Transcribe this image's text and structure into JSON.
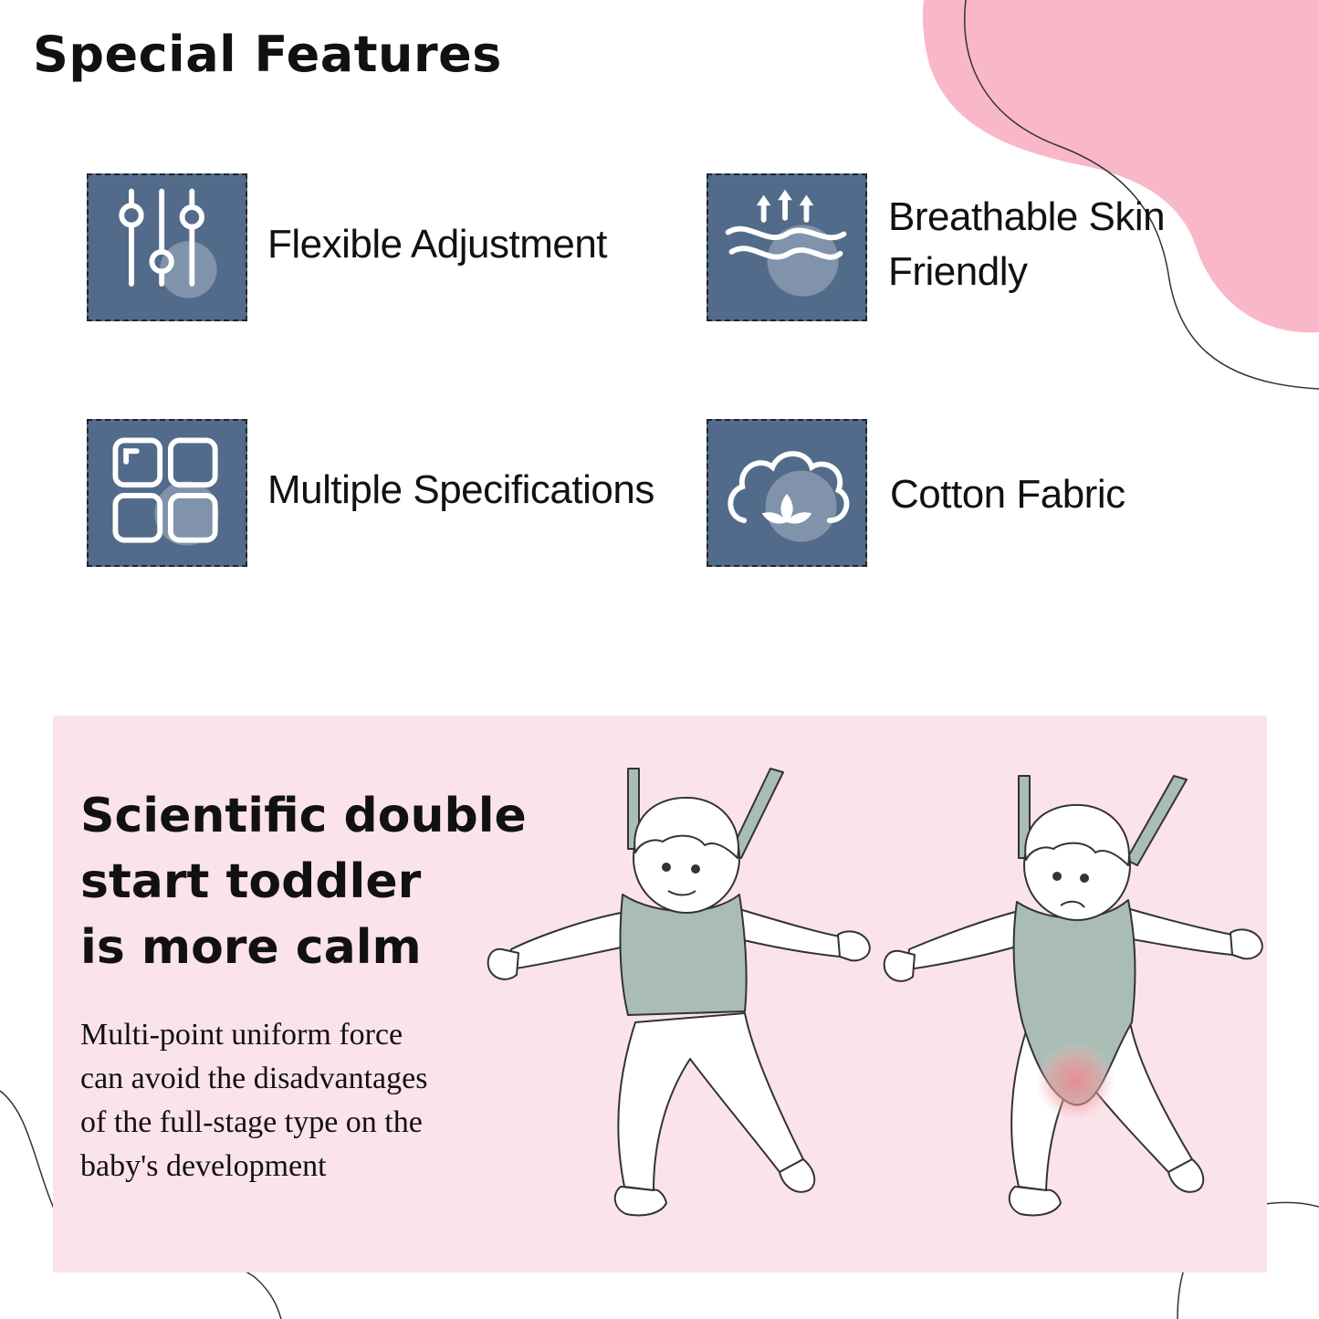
{
  "header": {
    "title": "Special Features"
  },
  "features": [
    {
      "label": "Flexible Adjustment",
      "icon": "sliders-icon"
    },
    {
      "label": "Breathable Skin Friendly",
      "line1": "Breathable Skin",
      "line2": "Friendly",
      "icon": "breathable-waves-icon"
    },
    {
      "label": "Multiple Specifications",
      "icon": "grid-squares-icon"
    },
    {
      "label": "Cotton Fabric",
      "icon": "cotton-flower-icon"
    }
  ],
  "promo": {
    "heading_line1": "Scientific double",
    "heading_line2": "start toddler",
    "heading_line3": "is more calm",
    "body_line1": "Multi-point uniform force",
    "body_line2": "can avoid the disadvantages",
    "body_line3": "of the full-stage type on the",
    "body_line4": "baby's development"
  },
  "colors": {
    "icon_tile": "#536b8a",
    "pink_blob": "#f9b8c9",
    "promo_background": "#fbe3ea",
    "harness": "#a9bdb4",
    "pressure_spot": "#e98a8f"
  }
}
